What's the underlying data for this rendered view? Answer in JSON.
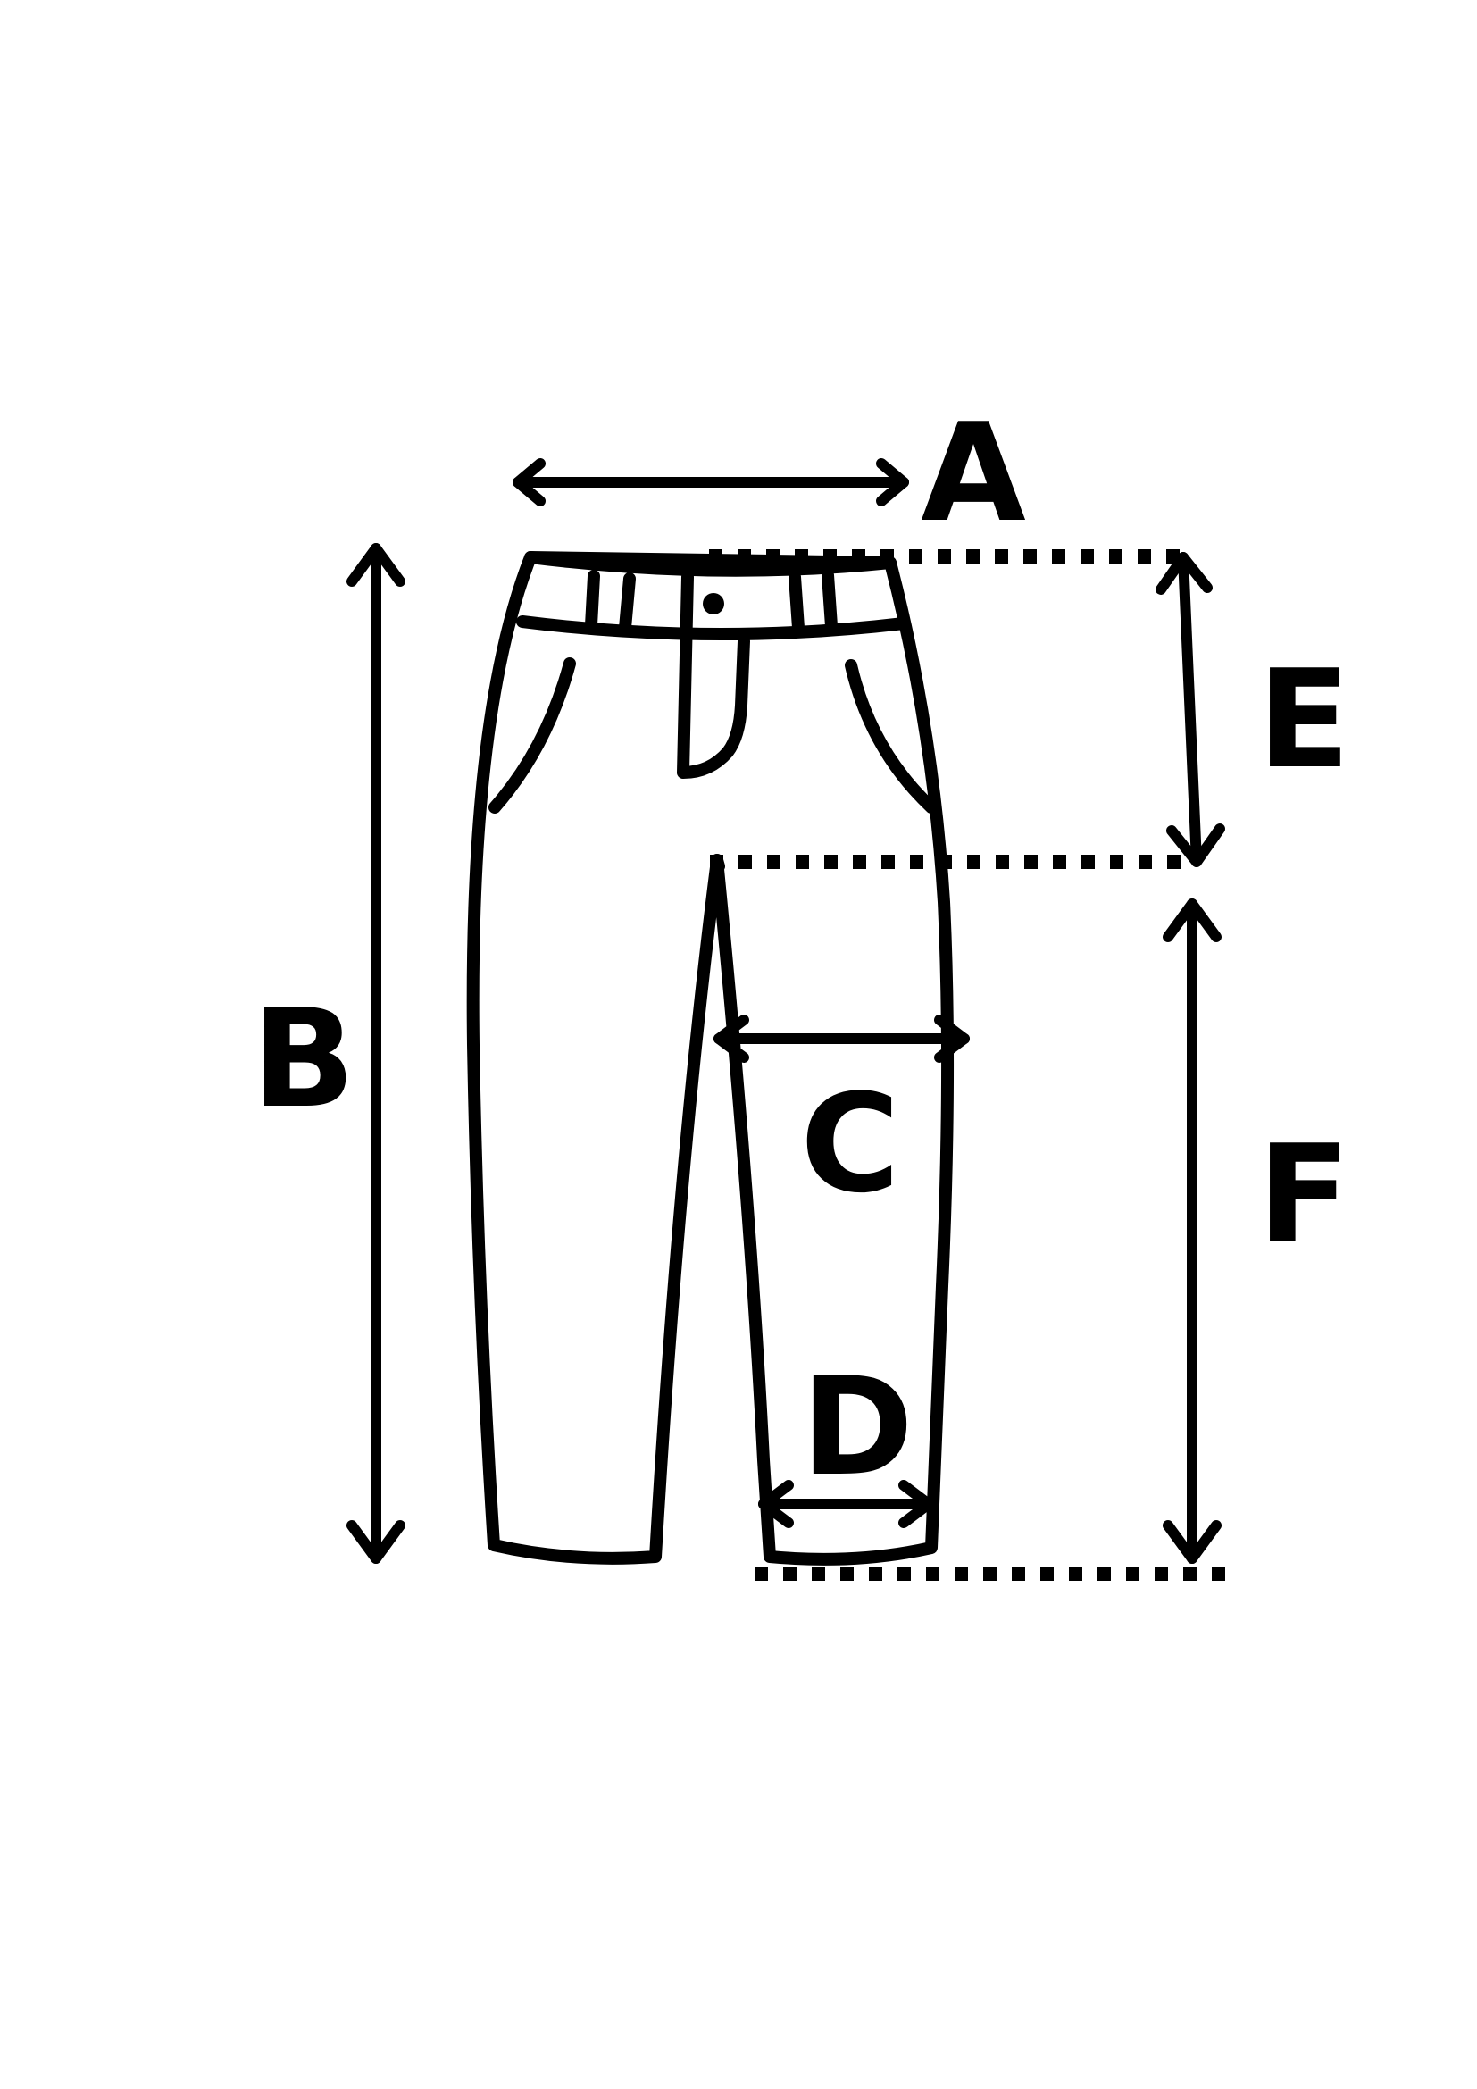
{
  "diagram": {
    "description": "",
    "labels": {
      "A": "A",
      "B": "B",
      "C": "C",
      "D": "D",
      "E": "E",
      "F": "F"
    }
  }
}
